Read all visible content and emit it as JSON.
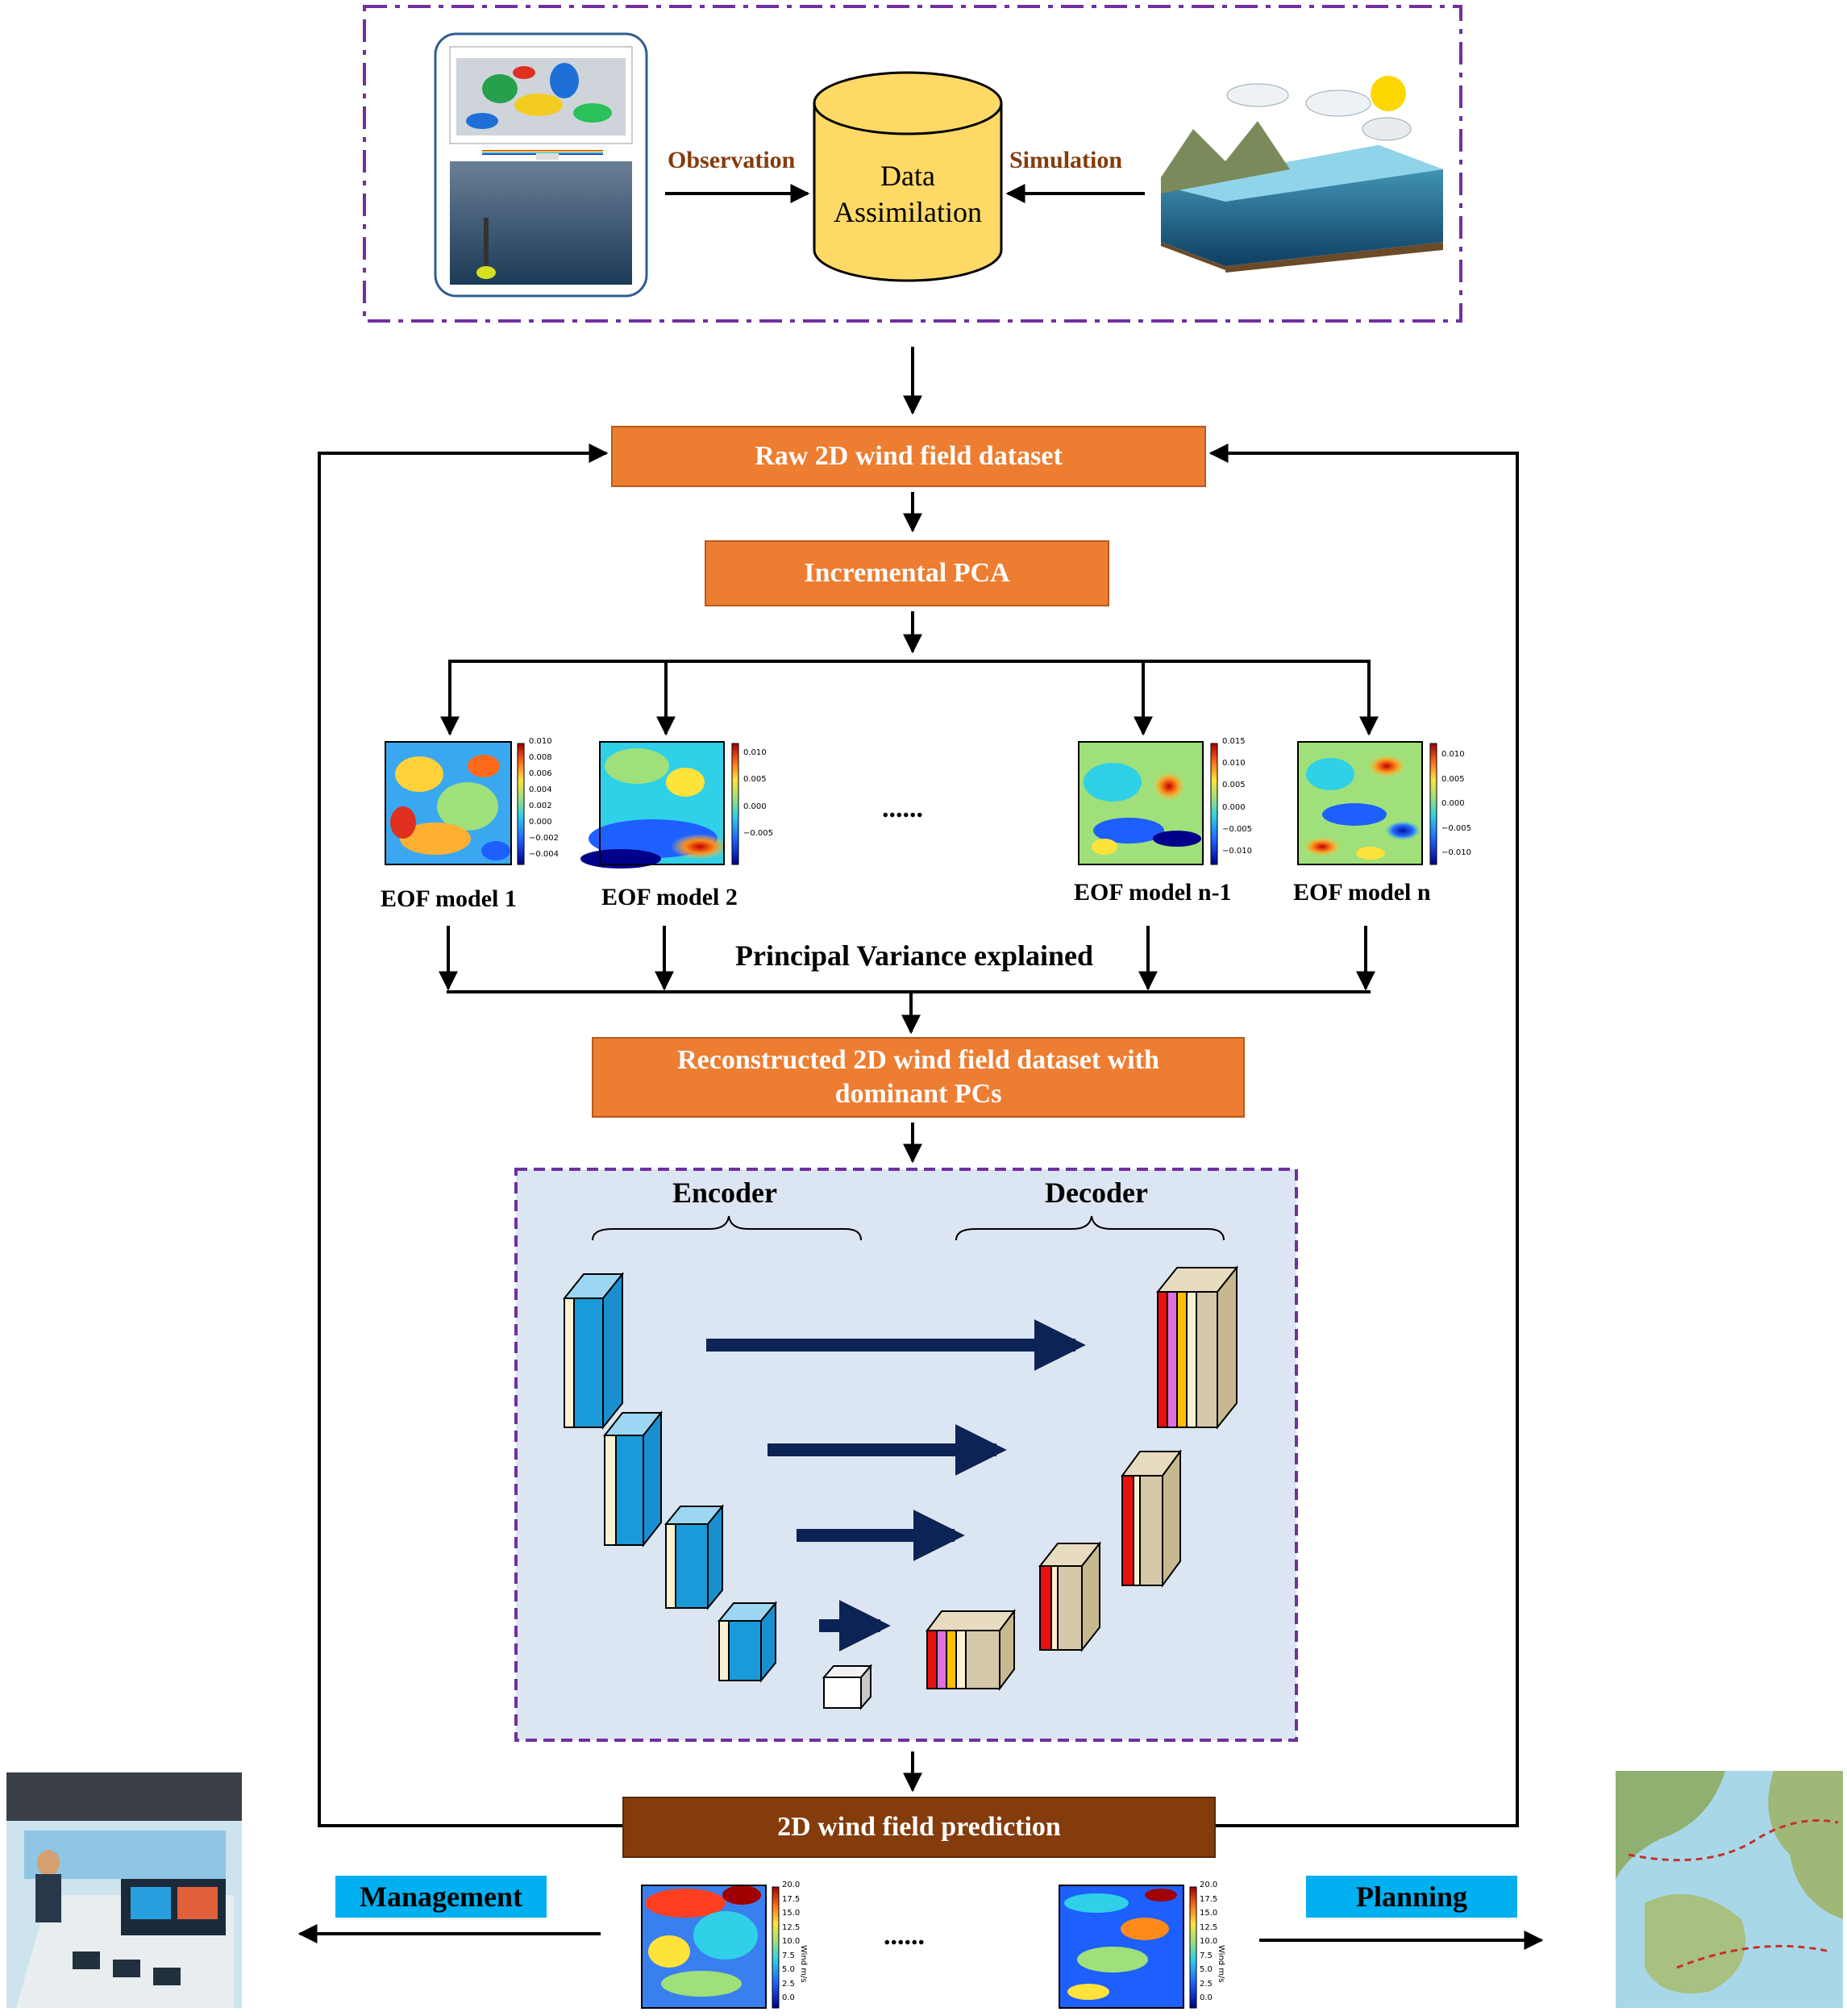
{
  "acquisition": {
    "observation_label": "Observation",
    "simulation_label": "Simulation",
    "database_label": "Data Assimilation"
  },
  "pipeline": {
    "raw_dataset": "Raw 2D wind field dataset",
    "incremental_pca": "Incremental PCA",
    "ellipsis": "......",
    "variance_label": "Principal Variance explained",
    "reconstructed": "Reconstructed 2D wind field dataset with dominant PCs",
    "prediction": "2D wind field prediction"
  },
  "eof_models": [
    {
      "label": "EOF model 1",
      "ticks": [
        "0.010",
        "0.008",
        "0.006",
        "0.004",
        "0.002",
        "0.000",
        "−0.002",
        "−0.004"
      ]
    },
    {
      "label": "EOF model 2",
      "ticks": [
        "0.010",
        "0.005",
        "0.000",
        "−0.005"
      ]
    },
    {
      "label": "EOF model n-1",
      "ticks": [
        "0.015",
        "0.010",
        "0.005",
        "0.000",
        "−0.005",
        "−0.010"
      ]
    },
    {
      "label": "EOF model n",
      "ticks": [
        "0.010",
        "0.005",
        "0.000",
        "−0.005",
        "−0.010"
      ]
    }
  ],
  "unet": {
    "encoder_label": "Encoder",
    "decoder_label": "Decoder"
  },
  "outputs": {
    "management_label": "Management",
    "planning_label": "Planning",
    "ellipsis": "......",
    "wind_ticks": [
      "20.0",
      "17.5",
      "15.0",
      "12.5",
      "10.0",
      "7.5",
      "5.0",
      "2.5",
      "0.0"
    ],
    "wind_unit": "Wind m/s"
  },
  "colors": {
    "orange_box": "#ed7d31",
    "brown_box": "#843c0c",
    "label_cyan": "#00b0f0",
    "dash_purple": "#7030a0",
    "unet_bg": "#dce6f2",
    "skip_arrow": "#0d2356"
  }
}
